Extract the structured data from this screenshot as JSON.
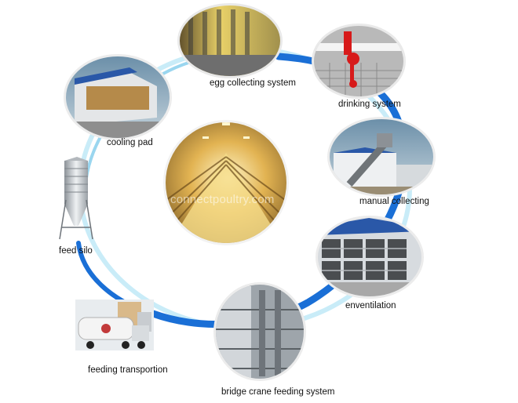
{
  "center": {
    "watermark": "connectpoultry.com"
  },
  "labels": {
    "egg_collecting": "egg collecting system",
    "drinking": "drinking system",
    "manual_collecting": "manual collecting",
    "ventilation": "enventilation",
    "bridge_crane": "bridge crane feeding system",
    "feeding_transport": "feeding transportion",
    "feed_silo": "feed silo",
    "cooling_pad": "cooling pad"
  },
  "colors": {
    "ring_blue": "#1a6fd6",
    "ring_light": "#9ad6ef"
  }
}
